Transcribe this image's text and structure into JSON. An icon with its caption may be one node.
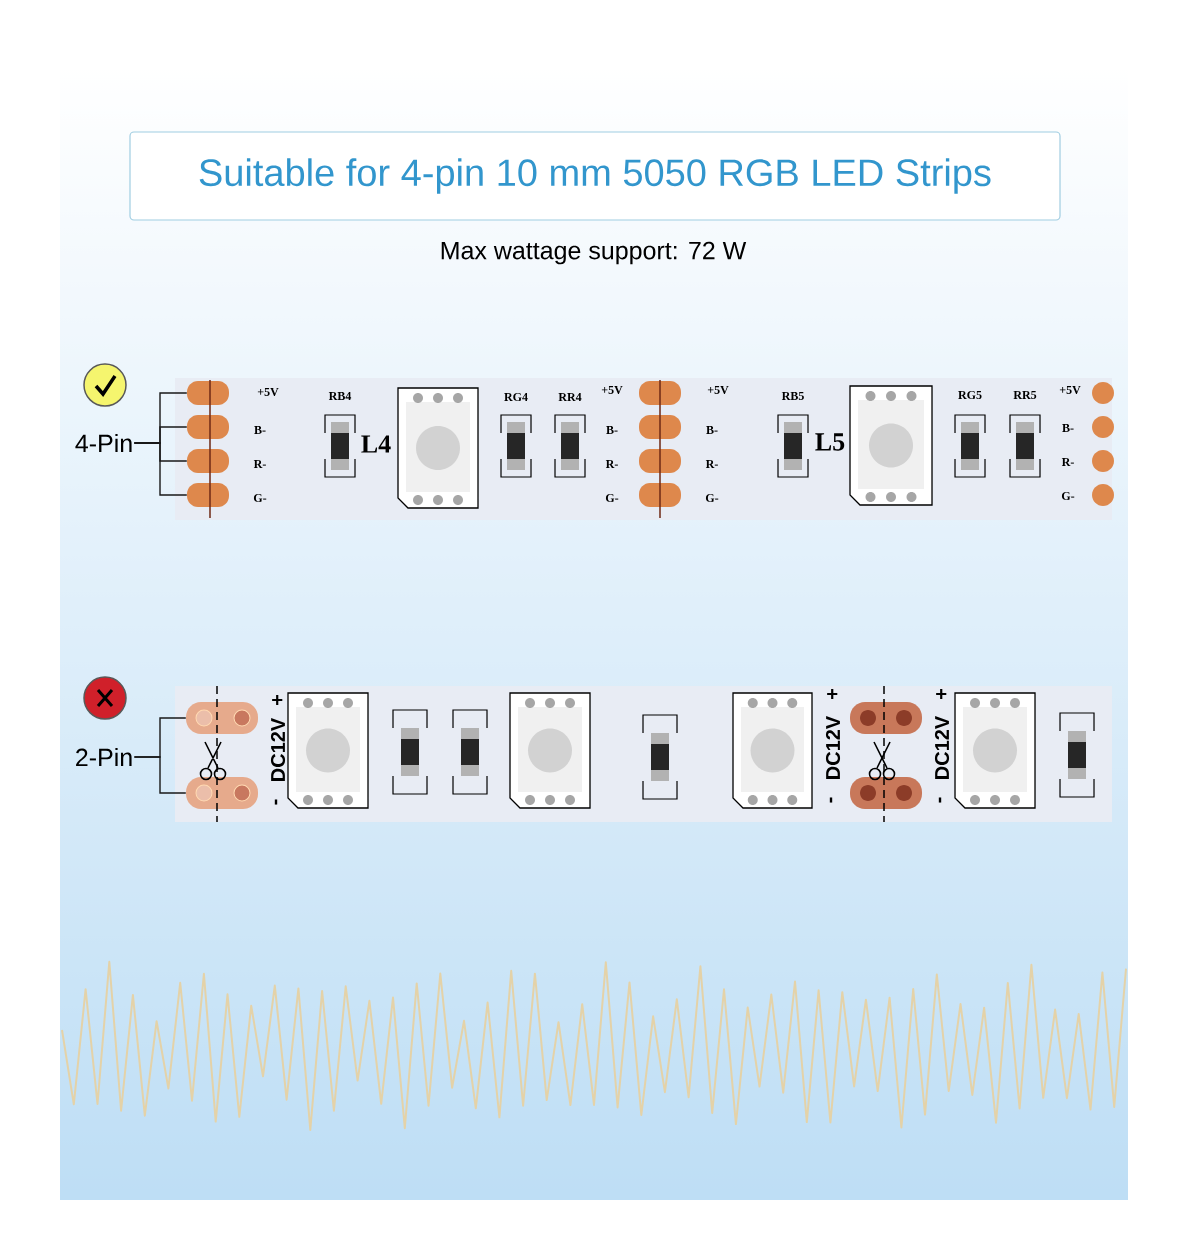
{
  "diagram": {
    "nodes": [
      {
        "text": [
          "Suitable for 4-pin 10 mm 5050 RGB LED Strips"
        ]
      },
      {
        "text": [
          "4-Pin"
        ]
      },
      {
        "text": [],
        "shape": "box"
      },
      {
        "text": [],
        "shape": "box"
      },
      {
        "text": [],
        "shape": "box"
      },
      {
        "text": [],
        "shape": "box"
      },
      {
        "text": [],
        "shape": "box"
      },
      {
        "text": [],
        "shape": "box"
      },
      {
        "text": [],
        "shape": "box"
      },
      {
        "text": [],
        "shape": "box"
      },
      {
        "text": [
          "2-Pin"
        ]
      },
      {
        "text": [],
        "shape": "box"
      },
      {
        "text": [],
        "shape": "box"
      }
    ],
    "edges": [
      {
        "from": 1,
        "to": 2,
        "arrow": "none"
      },
      {
        "from": 1,
        "to": 3,
        "arrow": "none"
      },
      {
        "from": 1,
        "to": 4,
        "arrow": "none"
      },
      {
        "from": 1,
        "to": 5,
        "arrow": "none"
      },
      {
        "from": 10,
        "to": 11,
        "arrow": "none"
      },
      {
        "from": 10,
        "to": 12,
        "arrow": "none"
      }
    ],
    "labels": [
      "Max wattage support: 72 W",
      "+5V",
      "B-",
      "R-",
      "G-",
      "RB4",
      "L4",
      "RG4",
      "RR4",
      "+5V",
      "B-",
      "R-",
      "G-",
      "+5V",
      "B-",
      "R-",
      "G-",
      "RB5",
      "L5",
      "RG5",
      "RR5",
      "+5V",
      "B-",
      "R-",
      "G-",
      "+",
      "DC12V",
      "-",
      "+",
      "DC12V",
      "-",
      "+",
      "DC12V",
      "-"
    ]
  }
}
